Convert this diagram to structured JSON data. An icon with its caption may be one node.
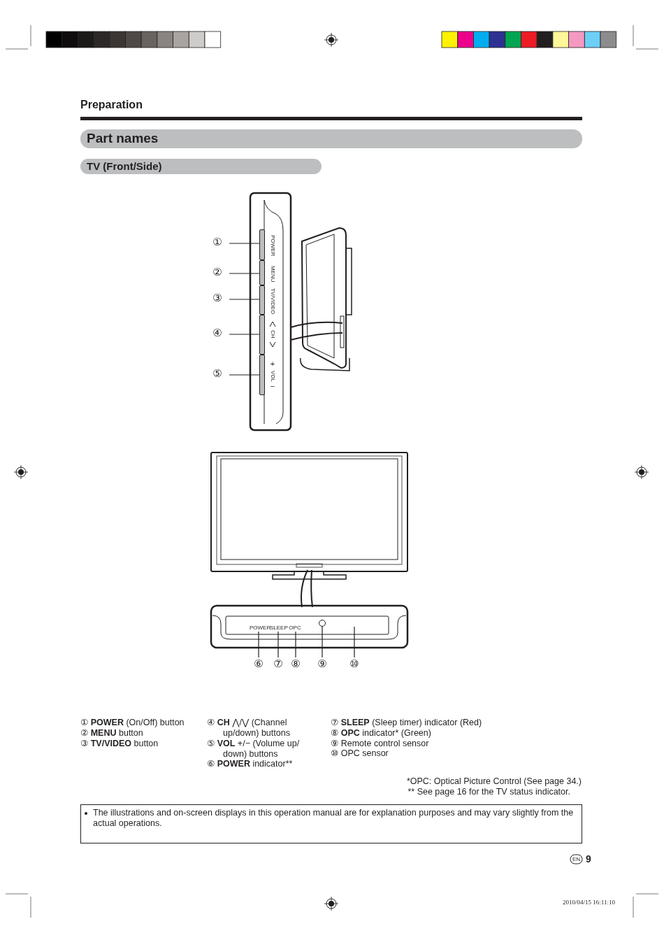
{
  "diagram": {
    "nodes": [
      {
        "text": [
          "①"
        ]
      },
      {
        "text": [
          "②"
        ]
      },
      {
        "text": [
          "③"
        ]
      },
      {
        "text": [
          "④"
        ]
      },
      {
        "text": [
          "⑤"
        ]
      },
      {
        "text": [],
        "shape": "box"
      },
      {
        "text": [],
        "shape": "box"
      },
      {
        "text": [],
        "shape": "box"
      },
      {
        "text": [],
        "shape": "box"
      },
      {
        "text": [],
        "shape": "box"
      },
      {
        "text": [
          "⑥"
        ]
      },
      {
        "text": [
          "⑦"
        ]
      },
      {
        "text": [
          "⑧"
        ]
      },
      {
        "text": [
          "⑨"
        ]
      },
      {
        "text": [
          "⑩"
        ]
      },
      {
        "text": [
          "POWER"
        ]
      },
      {
        "text": [
          "SLEEP"
        ]
      },
      {
        "text": [
          "OPC"
        ]
      },
      {
        "text": [],
        "shape": "circle"
      }
    ],
    "edges": [
      {
        "from": 0,
        "to": 5,
        "arrow": "none"
      },
      {
        "from": 1,
        "to": 6,
        "arrow": "none"
      },
      {
        "from": 2,
        "to": 7,
        "arrow": "none"
      },
      {
        "from": 3,
        "to": 8,
        "arrow": "none"
      },
      {
        "from": 4,
        "to": 9,
        "arrow": "none"
      },
      {
        "from": 10,
        "to": 15,
        "arrow": "none"
      },
      {
        "from": 11,
        "to": 16,
        "arrow": "none"
      },
      {
        "from": 12,
        "to": 17,
        "arrow": "none"
      },
      {
        "from": 13,
        "to": 18,
        "arrow": "none"
      },
      {
        "from": 14,
        "to": null,
        "arrow": "none"
      }
    ],
    "labels": [
      "Preparation",
      "Part names",
      "TV (Front/Side)",
      "POWER",
      "MENU",
      "TV/VIDEO",
      "CH",
      "+",
      "VOL",
      "−",
      "① POWER (On/Off) button",
      "② MENU button",
      "③ TV/VIDEO button",
      "④ CH ⋀/⋁ (Channel up/down) buttons",
      "⑤ VOL +/− (Volume up/ down) buttons",
      "⑥ POWER indicator**",
      "⑦ SLEEP (Sleep timer) indicator (Red)",
      "⑧ OPC indicator* (Green)",
      "⑨ Remote control sensor",
      "⑩ OPC sensor",
      "*OPC: Optical Picture Control (See page 34.)",
      "** See page 16 for the TV status indicator.",
      "The illustrations and on-screen displays in this operation manual are for explanation purposes and may vary slightly from the actual operations.",
      "EN",
      "9",
      "2010/04/15  16:11:10"
    ]
  }
}
